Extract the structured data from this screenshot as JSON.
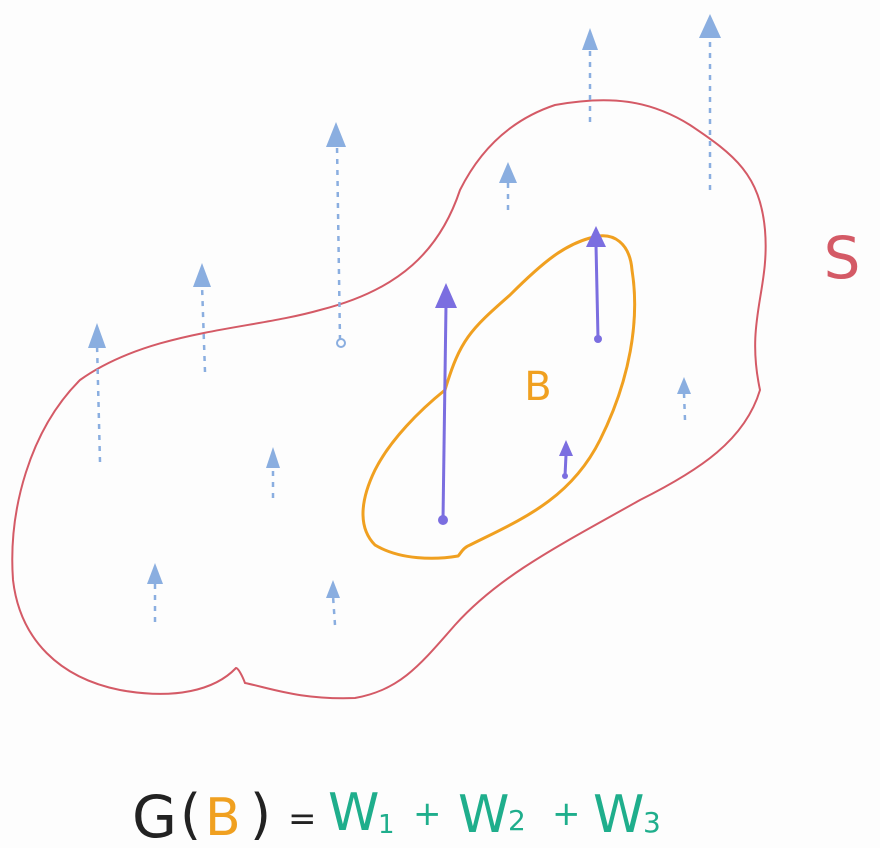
{
  "labels": {
    "region_s": "S",
    "region_b": "B"
  },
  "formula": {
    "func": "G",
    "open_paren": "(",
    "arg": "B",
    "close_paren": ")",
    "equals": "=",
    "term1_main": "W",
    "term1_sub": "1",
    "plus1": "+",
    "term2_main": "W",
    "term2_sub": "2",
    "plus2": "+",
    "term3_main": "W",
    "term3_sub": "3"
  },
  "colors": {
    "outer_region": "#d45a66",
    "inner_region": "#f0a020",
    "arrow_outside": "#8aaee0",
    "arrow_inside": "#7b6ee0",
    "formula_black": "#222222",
    "formula_orange": "#f0a020",
    "formula_green": "#1fae8c"
  }
}
